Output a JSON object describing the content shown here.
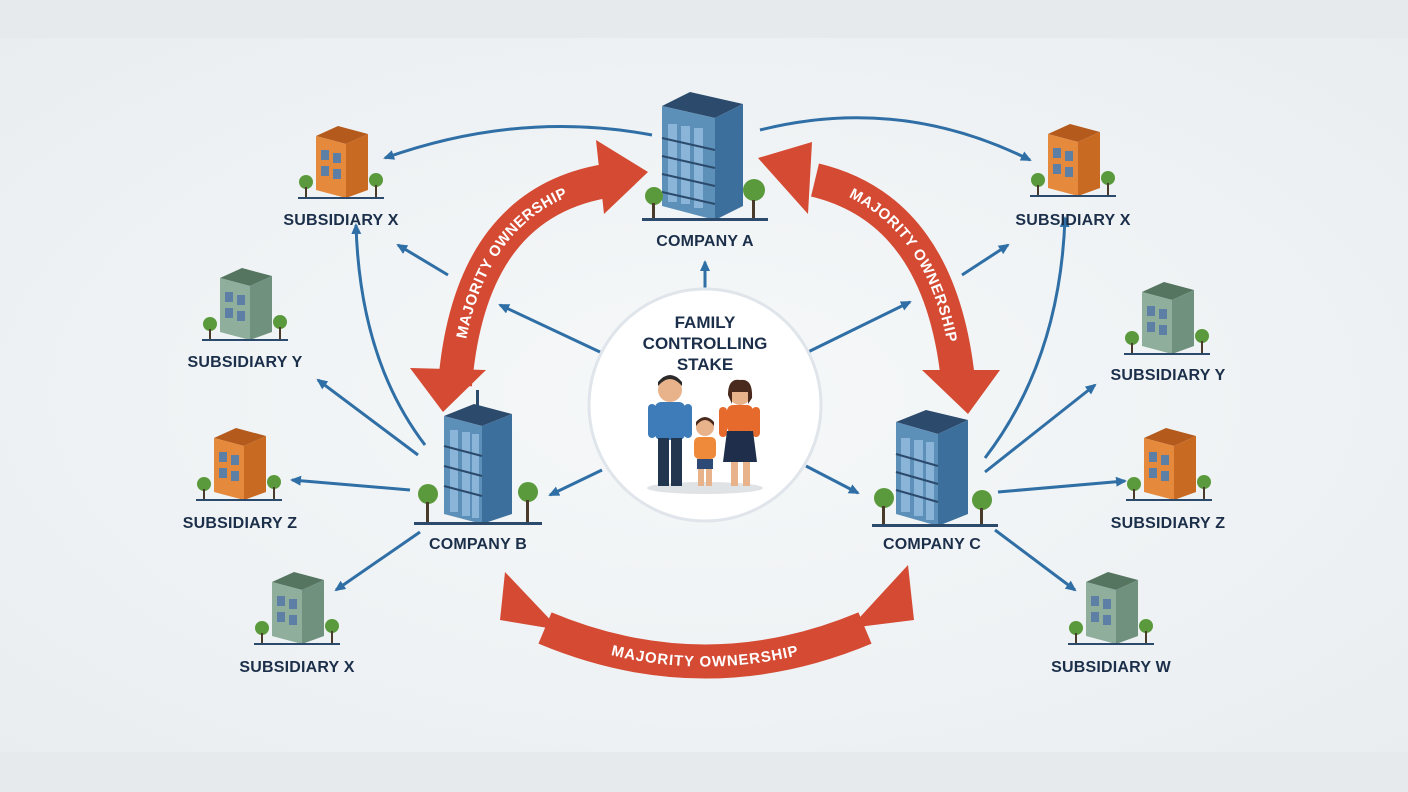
{
  "center": {
    "line1": "FAMILY",
    "line2": "CONTROLLING",
    "line3": "STAKE"
  },
  "companies": {
    "a": "COMPANY A",
    "b": "COMPANY B",
    "c": "COMPANY C"
  },
  "subsidiaries": {
    "top_left": "SUBSIDIARY X",
    "mid_left": "SUBSIDIARY Y",
    "low_left": "SUBSIDIARY Z",
    "bottom_left": "SUBSIDIARY X",
    "top_right": "SUBSIDIARY X",
    "mid_right": "SUBSIDIARY Y",
    "low_right": "SUBSIDIARY Z",
    "bottom_right": "SUBSIDIARY W"
  },
  "ownership": {
    "left": "MAJORITY OWNERSHIP",
    "right": "MAJORITY OWNERSHIP",
    "bottom": "MAJORITY OWNERSHIP"
  },
  "colors": {
    "ownership_arrow": "#d54a33",
    "link_arrow": "#2f6fa6",
    "tower": "#5d90b9",
    "tower_dark": "#2b4a6c",
    "subsidiary_orange": "#e58a3c",
    "subsidiary_green": "#8fae9b",
    "tree": "#5a9a3d",
    "label": "#1c2f4a"
  },
  "icons": [
    "office-tower-icon",
    "office-building-icon",
    "tree-icon",
    "family-icon",
    "arrow-icon"
  ]
}
